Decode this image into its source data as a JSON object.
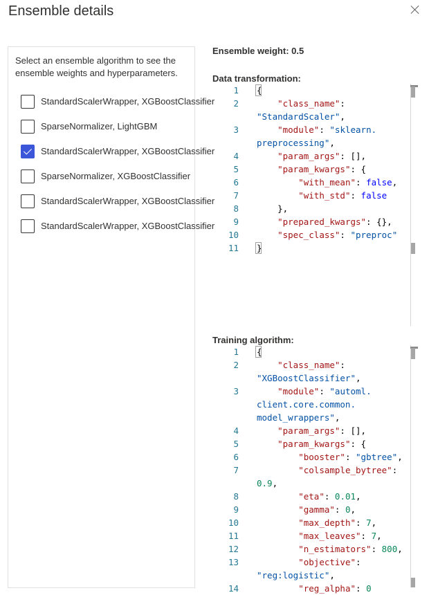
{
  "dialog": {
    "title": "Ensemble details",
    "close_icon": "close-icon"
  },
  "left_panel": {
    "instruction": "Select an ensemble algorithm to see the ensemble weights and hyperparameters.",
    "algorithms": [
      {
        "label": "StandardScalerWrapper, XGBoostClassifier",
        "checked": false
      },
      {
        "label": "SparseNormalizer, LightGBM",
        "checked": false
      },
      {
        "label": "StandardScalerWrapper, XGBoostClassifier",
        "checked": true
      },
      {
        "label": "SparseNormalizer, XGBoostClassifier",
        "checked": false
      },
      {
        "label": "StandardScalerWrapper, XGBoostClassifier",
        "checked": false
      },
      {
        "label": "StandardScalerWrapper, XGBoostClassifier",
        "checked": false
      }
    ]
  },
  "details": {
    "ensemble_weight": "Ensemble weight: 0.5",
    "data_transformation_label": "Data transformation:",
    "training_algorithm_label": "Training algorithm:"
  },
  "data_transformation_code": [
    {
      "n": "1",
      "t": [
        [
          "p",
          "{"
        ]
      ]
    },
    {
      "n": "2",
      "t": [
        [
          "p",
          "    "
        ],
        [
          "k",
          "\"class_name\""
        ],
        [
          "p",
          ": "
        ]
      ]
    },
    {
      "n": "",
      "t": [
        [
          "s",
          "\"StandardScaler\""
        ],
        [
          "p",
          ","
        ]
      ]
    },
    {
      "n": "3",
      "t": [
        [
          "p",
          "    "
        ],
        [
          "k",
          "\"module\""
        ],
        [
          "p",
          ": "
        ],
        [
          "s",
          "\"sklearn."
        ]
      ]
    },
    {
      "n": "",
      "t": [
        [
          "s",
          "preprocessing\""
        ],
        [
          "p",
          ","
        ]
      ]
    },
    {
      "n": "4",
      "t": [
        [
          "p",
          "    "
        ],
        [
          "k",
          "\"param_args\""
        ],
        [
          "p",
          ": [],"
        ]
      ]
    },
    {
      "n": "5",
      "t": [
        [
          "p",
          "    "
        ],
        [
          "k",
          "\"param_kwargs\""
        ],
        [
          "p",
          ": {"
        ]
      ]
    },
    {
      "n": "6",
      "t": [
        [
          "p",
          "        "
        ],
        [
          "k",
          "\"with_mean\""
        ],
        [
          "p",
          ": "
        ],
        [
          "b",
          "false"
        ],
        [
          "p",
          ","
        ]
      ]
    },
    {
      "n": "7",
      "t": [
        [
          "p",
          "        "
        ],
        [
          "k",
          "\"with_std\""
        ],
        [
          "p",
          ": "
        ],
        [
          "b",
          "false"
        ]
      ]
    },
    {
      "n": "8",
      "t": [
        [
          "p",
          "    },"
        ]
      ]
    },
    {
      "n": "9",
      "t": [
        [
          "p",
          "    "
        ],
        [
          "k",
          "\"prepared_kwargs\""
        ],
        [
          "p",
          ": {},"
        ]
      ]
    },
    {
      "n": "10",
      "t": [
        [
          "p",
          "    "
        ],
        [
          "k",
          "\"spec_class\""
        ],
        [
          "p",
          ": "
        ],
        [
          "s",
          "\"preproc\""
        ]
      ]
    },
    {
      "n": "11",
      "t": [
        [
          "p",
          "}"
        ]
      ]
    }
  ],
  "training_algorithm_code": [
    {
      "n": "1",
      "t": [
        [
          "p",
          "{"
        ]
      ]
    },
    {
      "n": "2",
      "t": [
        [
          "p",
          "    "
        ],
        [
          "k",
          "\"class_name\""
        ],
        [
          "p",
          ": "
        ]
      ]
    },
    {
      "n": "",
      "t": [
        [
          "s",
          "\"XGBoostClassifier\""
        ],
        [
          "p",
          ","
        ]
      ]
    },
    {
      "n": "3",
      "t": [
        [
          "p",
          "    "
        ],
        [
          "k",
          "\"module\""
        ],
        [
          "p",
          ": "
        ],
        [
          "s",
          "\"automl."
        ]
      ]
    },
    {
      "n": "",
      "t": [
        [
          "s",
          "client.core.common."
        ]
      ]
    },
    {
      "n": "",
      "t": [
        [
          "s",
          "model_wrappers\""
        ],
        [
          "p",
          ","
        ]
      ]
    },
    {
      "n": "4",
      "t": [
        [
          "p",
          "    "
        ],
        [
          "k",
          "\"param_args\""
        ],
        [
          "p",
          ": [],"
        ]
      ]
    },
    {
      "n": "5",
      "t": [
        [
          "p",
          "    "
        ],
        [
          "k",
          "\"param_kwargs\""
        ],
        [
          "p",
          ": {"
        ]
      ]
    },
    {
      "n": "6",
      "t": [
        [
          "p",
          "        "
        ],
        [
          "k",
          "\"booster\""
        ],
        [
          "p",
          ": "
        ],
        [
          "s",
          "\"gbtree\""
        ],
        [
          "p",
          ","
        ]
      ]
    },
    {
      "n": "7",
      "t": [
        [
          "p",
          "        "
        ],
        [
          "k",
          "\"colsample_bytree\""
        ],
        [
          "p",
          ":"
        ]
      ]
    },
    {
      "n": "",
      "t": [
        [
          "n",
          "0.9"
        ],
        [
          "p",
          ","
        ]
      ]
    },
    {
      "n": "8",
      "t": [
        [
          "p",
          "        "
        ],
        [
          "k",
          "\"eta\""
        ],
        [
          "p",
          ": "
        ],
        [
          "n",
          "0.01"
        ],
        [
          "p",
          ","
        ]
      ]
    },
    {
      "n": "9",
      "t": [
        [
          "p",
          "        "
        ],
        [
          "k",
          "\"gamma\""
        ],
        [
          "p",
          ": "
        ],
        [
          "n",
          "0"
        ],
        [
          "p",
          ","
        ]
      ]
    },
    {
      "n": "10",
      "t": [
        [
          "p",
          "        "
        ],
        [
          "k",
          "\"max_depth\""
        ],
        [
          "p",
          ": "
        ],
        [
          "n",
          "7"
        ],
        [
          "p",
          ","
        ]
      ]
    },
    {
      "n": "11",
      "t": [
        [
          "p",
          "        "
        ],
        [
          "k",
          "\"max_leaves\""
        ],
        [
          "p",
          ": "
        ],
        [
          "n",
          "7"
        ],
        [
          "p",
          ","
        ]
      ]
    },
    {
      "n": "12",
      "t": [
        [
          "p",
          "        "
        ],
        [
          "k",
          "\"n_estimators\""
        ],
        [
          "p",
          ": "
        ],
        [
          "n",
          "800"
        ],
        [
          "p",
          ","
        ]
      ]
    },
    {
      "n": "13",
      "t": [
        [
          "p",
          "        "
        ],
        [
          "k",
          "\"objective\""
        ],
        [
          "p",
          ":"
        ]
      ]
    },
    {
      "n": "",
      "t": [
        [
          "s",
          "\"reg:logistic\""
        ],
        [
          "p",
          ","
        ]
      ]
    },
    {
      "n": "14",
      "t": [
        [
          "p",
          "        "
        ],
        [
          "k",
          "\"reg_alpha\""
        ],
        [
          "p",
          ": "
        ],
        [
          "n",
          "0"
        ]
      ]
    }
  ]
}
